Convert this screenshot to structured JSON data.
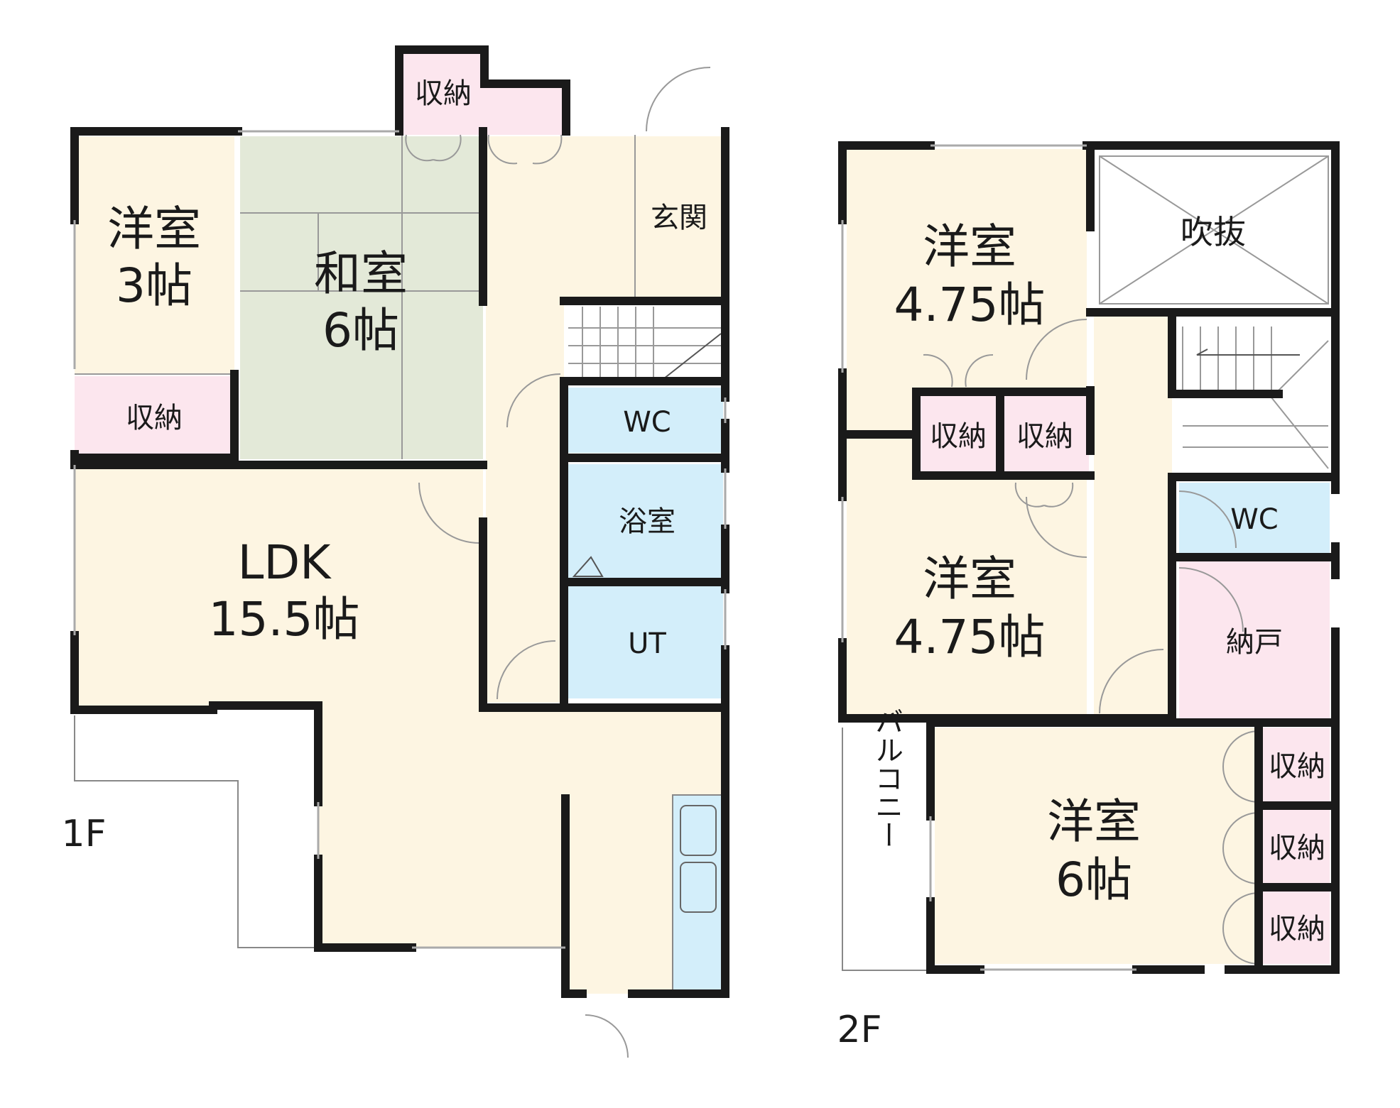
{
  "floor1": {
    "label": "1F",
    "rooms": {
      "western3": {
        "name": "洋室",
        "size": "3帖"
      },
      "washitsu": {
        "name": "和室",
        "size": "6帖"
      },
      "storage_top": "収納",
      "storage_left": "収納",
      "genkan": "玄関",
      "wc": "WC",
      "bath": "浴室",
      "ut": "UT",
      "ldk": {
        "name": "LDK",
        "size": "15.5帖"
      }
    }
  },
  "floor2": {
    "label": "2F",
    "rooms": {
      "western_a": {
        "name": "洋室",
        "size": "4.75帖"
      },
      "western_b": {
        "name": "洋室",
        "size": "4.75帖"
      },
      "western_c": {
        "name": "洋室",
        "size": "6帖"
      },
      "fukinuke": "吹抜",
      "storage_1": "収納",
      "storage_2": "収納",
      "storage_3": "収納",
      "storage_4": "収納",
      "storage_5": "収納",
      "wc": "WC",
      "nando": "納戸",
      "balcony": "バルコニー"
    }
  },
  "colors": {
    "room_cream": "#fdf5e2",
    "tatami": "#e3e9d8",
    "storage_pink": "#fce6ee",
    "wet_blue": "#d3eefa",
    "wall": "#1a1a1a"
  }
}
